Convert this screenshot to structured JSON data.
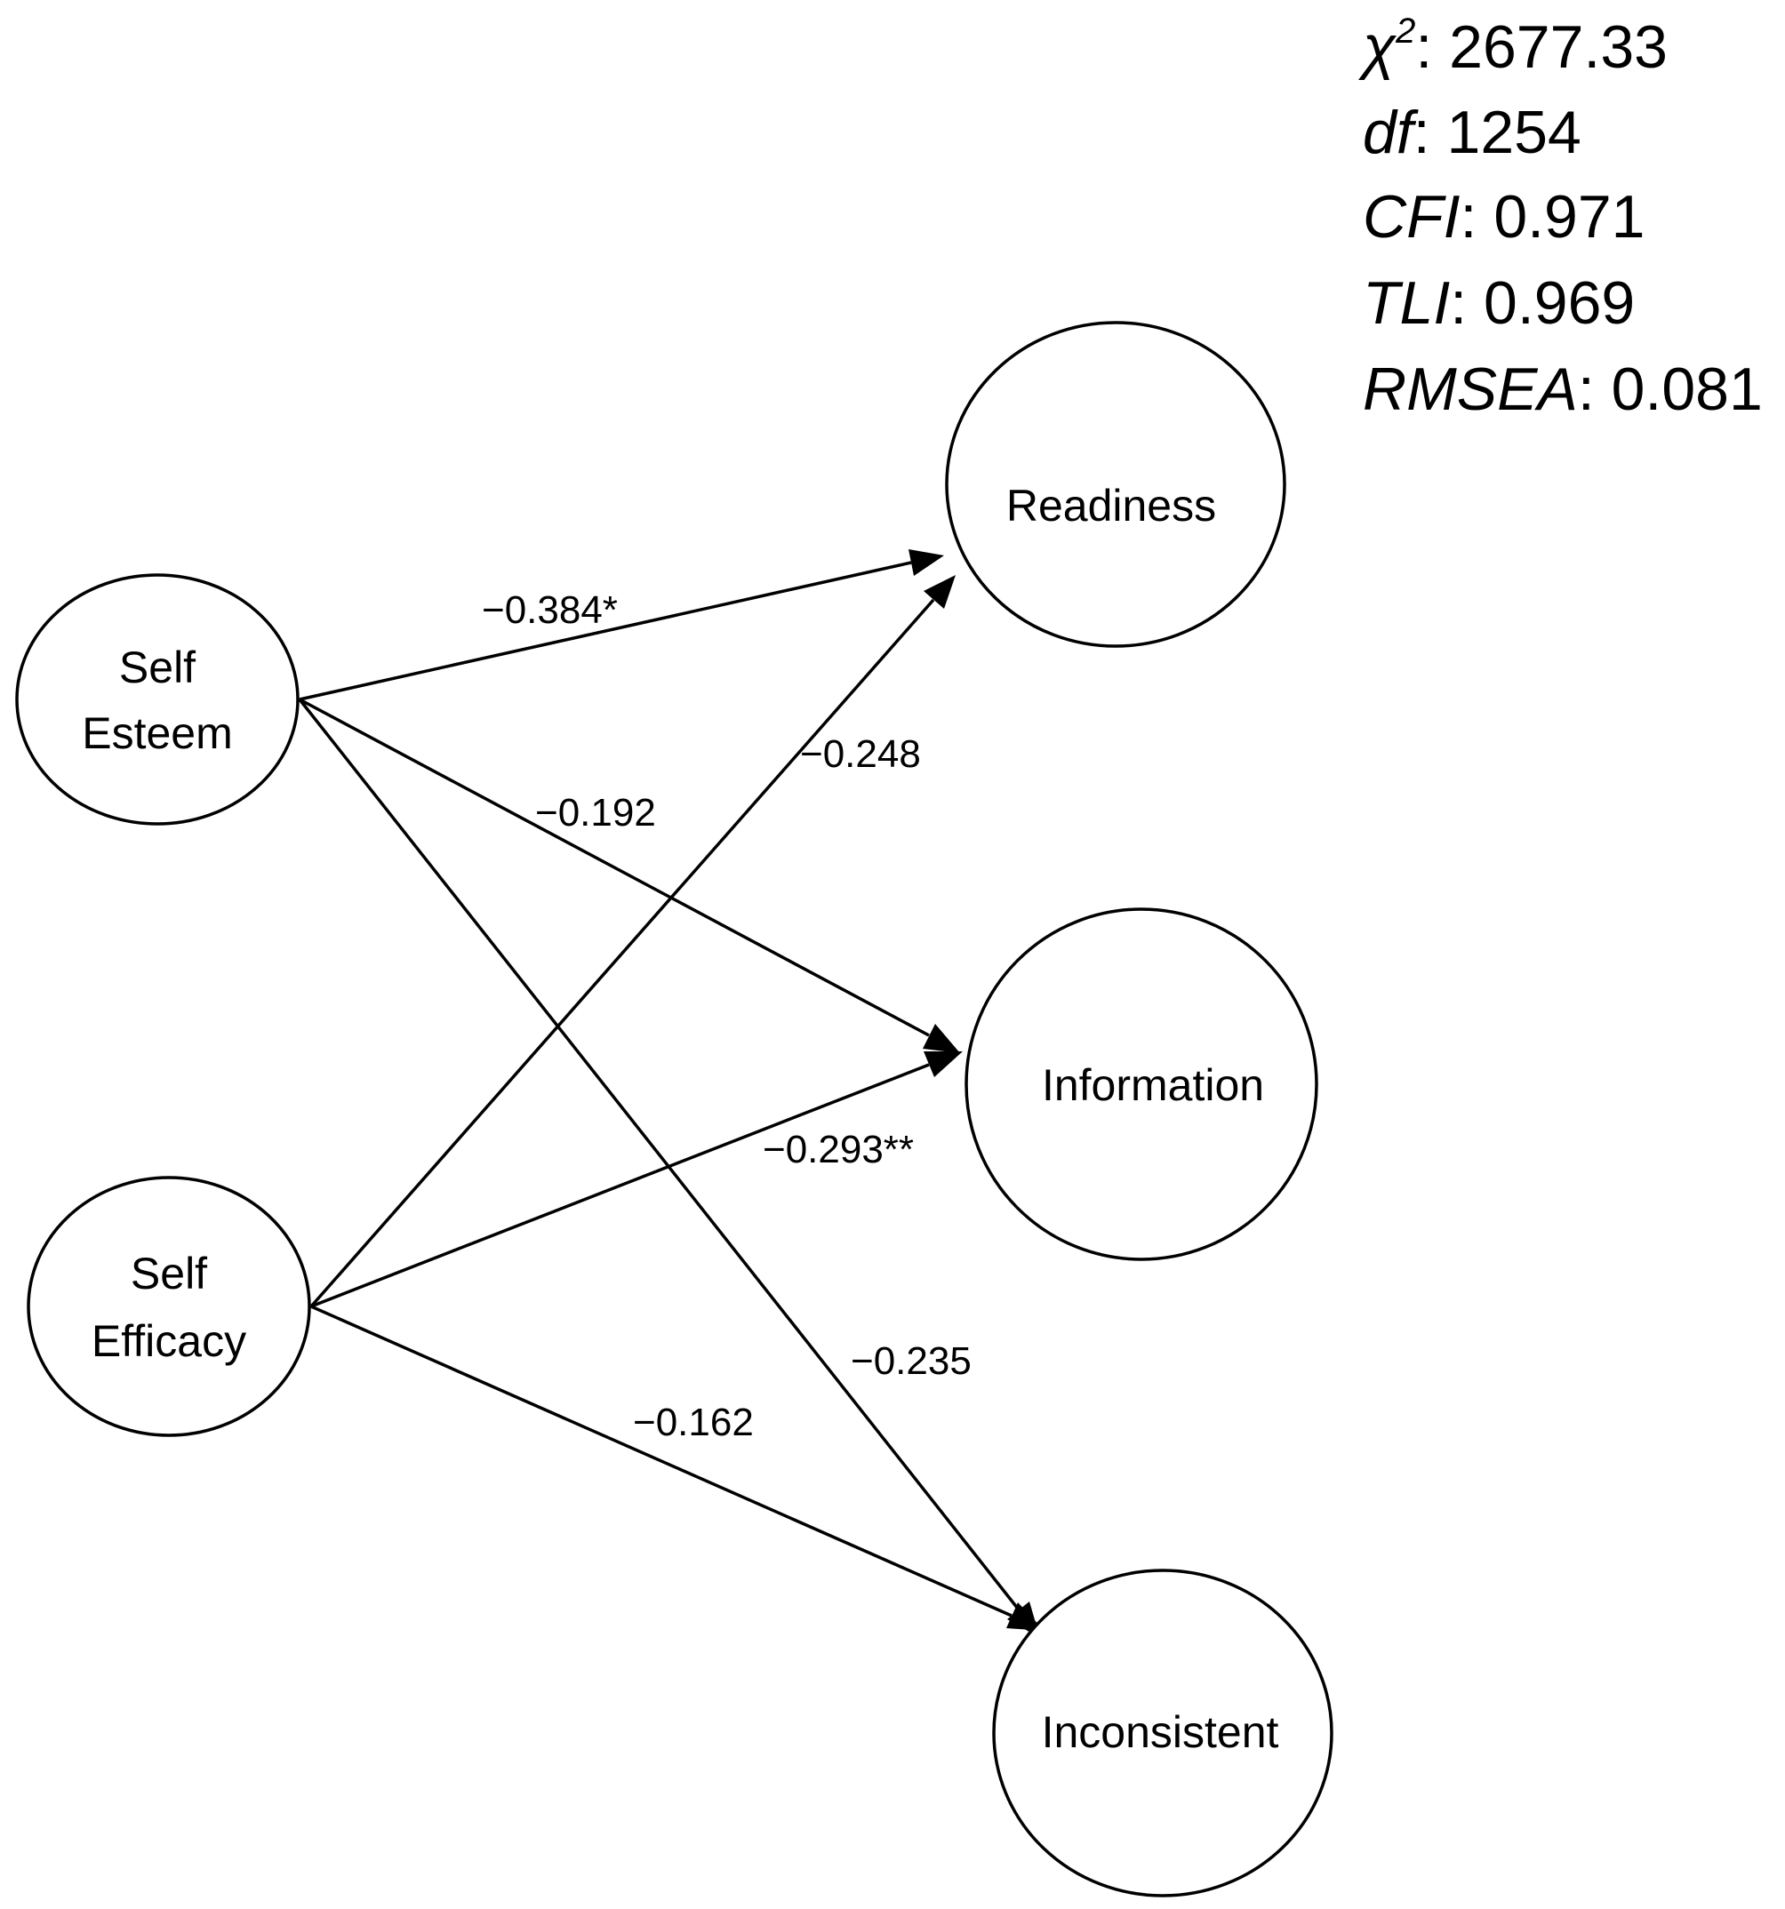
{
  "nodes": {
    "self_esteem": {
      "line1": "Self",
      "line2": "Esteem"
    },
    "self_efficacy": {
      "line1": "Self",
      "line2": "Efficacy"
    },
    "readiness": {
      "label": "Readiness"
    },
    "information": {
      "label": "Information"
    },
    "inconsistent": {
      "label": "Inconsistent"
    }
  },
  "paths": {
    "esteem_readiness": "−0.384*",
    "efficacy_readiness": "−0.248",
    "esteem_information": "−0.192",
    "efficacy_information": "−0.293**",
    "esteem_inconsistent": "−0.235",
    "efficacy_inconsistent": "−0.162"
  },
  "fit": {
    "chi_name": "χ",
    "chi_sup": "2",
    "chi_value": ": 2677.33",
    "df_name": "df",
    "df_value": ": 1254",
    "cfi_name": "CFI",
    "cfi_value": ": 0.971",
    "tli_name": "TLI",
    "tli_value": ": 0.969",
    "rmsea_name": "RMSEA",
    "rmsea_value": ": 0.081"
  }
}
